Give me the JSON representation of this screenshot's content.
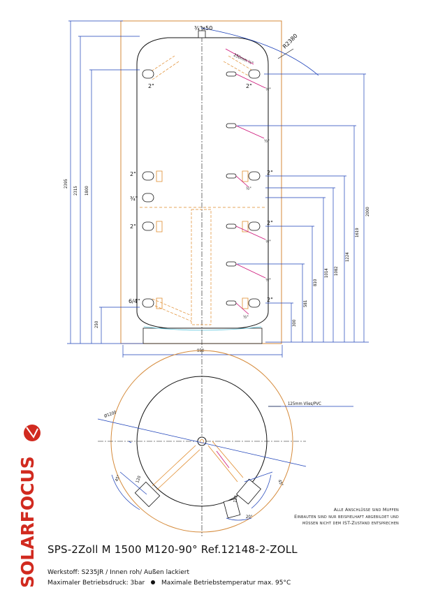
{
  "drawing": {
    "top_connection": "¾\"x50",
    "radius_label": "R2380",
    "sensor_sleeve": "250mm ½\"",
    "width_dim": "950",
    "dims_left": [
      "2395",
      "2315",
      "1800",
      "250"
    ],
    "dims_right": [
      "2000",
      "1619",
      "1224",
      "1082",
      "1014",
      "810",
      "581",
      "300"
    ],
    "fittings": {
      "two_inch": "2\"",
      "half_inch": "½\"",
      "three_quarter": "¾\"",
      "six_quarter": "6/4\""
    },
    "insulation": "125mm Vlies/PVC",
    "diameter_label": "Ø1200",
    "dim_120": "120",
    "angle_45": "45°",
    "angle_20": "20°"
  },
  "notes": [
    "Alle Anschlüsse sind Muffen",
    "Einbauten sind nur beispielhaft abgebildet und",
    "müssen nicht dem IST-Zustand entsprechen"
  ],
  "product": {
    "title": "SPS-2Zoll M 1500 M120-90° Ref.12148-2-ZOLL",
    "material": "Werkstoff:  S235JR / Innen roh/ Außen lackiert",
    "pressure": "Maximaler Betriebsdruck: 3bar",
    "temperature": "Maximale Betriebstemperatur max. 95°C"
  },
  "brand": {
    "logo": "SOLARFOCUS"
  },
  "colors": {
    "insulation_outline": "#d58a3a",
    "orange_pipe": "#e08a2a",
    "blue_line": "#1a3fb8",
    "magenta": "#cc1177",
    "cyan": "#5ec8e0",
    "logo_red": "#d12a1f"
  }
}
